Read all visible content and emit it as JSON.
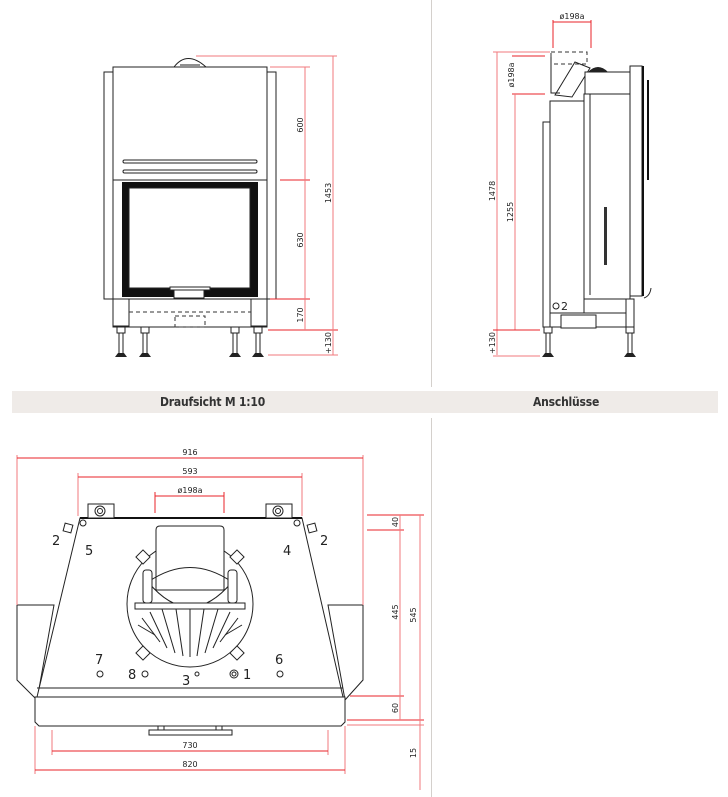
{
  "sections": {
    "top_view_title": "Draufsicht M 1:10",
    "connections_title": "Anschlüsse"
  },
  "front_view": {
    "dimensions": {
      "upper": "600",
      "door": "630",
      "base": "170",
      "total": "1453",
      "feet": "+130"
    }
  },
  "side_view": {
    "dimensions": {
      "flue_top": "ø198a",
      "flue_side": "ø198a",
      "total": "1478",
      "outlet_height": "1255",
      "feet": "+130"
    },
    "connection_label": "2"
  },
  "top_view": {
    "dimensions": {
      "overall_width": "916",
      "inner_width": "593",
      "flue": "ø198a",
      "front_width": "730",
      "base_width": "820",
      "depth_top": "40",
      "depth_inner": "445",
      "depth_total": "545",
      "front_depth": "60",
      "front_offset": "15"
    },
    "connection_labels": [
      "2",
      "5",
      "4",
      "2",
      "7",
      "8",
      "3",
      "1",
      "6"
    ]
  }
}
